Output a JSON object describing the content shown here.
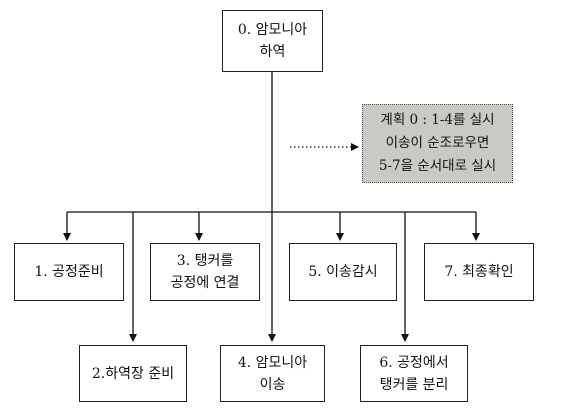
{
  "top_node": {
    "line1": "0. 암모니아",
    "line2": "하역"
  },
  "note": {
    "line1": "계획 0 : 1-4를 실시",
    "line2": "이송이 순조로우면",
    "line3": "5-7을 순서대로 실시"
  },
  "upper_row": [
    {
      "line1": "1. 공정준비"
    },
    {
      "line1": "3. 탱커를",
      "line2": "공정에 연결"
    },
    {
      "line1": "5. 이송감시"
    },
    {
      "line1": "7. 최종확인"
    }
  ],
  "lower_row": [
    {
      "line1": "2.하역장 준비"
    },
    {
      "line1": "4. 암모니아",
      "line2": "이송"
    },
    {
      "line1": "6. 공정에서",
      "line2": "탱커를 분리"
    }
  ]
}
